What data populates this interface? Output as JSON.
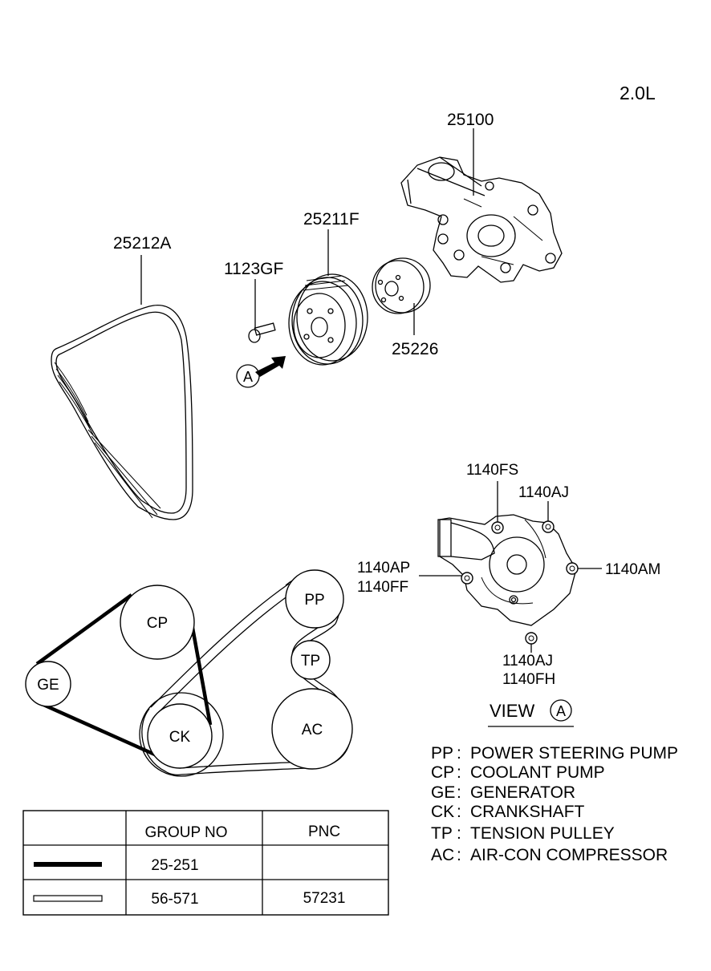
{
  "engine": "2.0L",
  "parts": {
    "water_pump": "25100",
    "belt": "25212A",
    "pulley": "25211F",
    "bolt": "1123GF",
    "spacer": "25226",
    "view_marker": "A"
  },
  "view": {
    "title": "VIEW",
    "marker": "A",
    "bolt_fs": "1140FS",
    "bolt_aj_top": "1140AJ",
    "bolt_ap": "1140AP",
    "bolt_ff": "1140FF",
    "bolt_am": "1140AM",
    "bolt_aj_bottom": "1140AJ",
    "bolt_fh": "1140FH"
  },
  "pulleys": {
    "pp": "PP",
    "cp": "CP",
    "ge": "GE",
    "ck": "CK",
    "tp": "TP",
    "ac": "AC"
  },
  "legend": [
    {
      "abbr": "PP",
      "sep": ":",
      "desc": "POWER STEERING PUMP"
    },
    {
      "abbr": "CP",
      "sep": ":",
      "desc": "COOLANT PUMP"
    },
    {
      "abbr": "GE",
      "sep": ":",
      "desc": "GENERATOR"
    },
    {
      "abbr": "CK",
      "sep": ":",
      "desc": "CRANKSHAFT"
    },
    {
      "abbr": "TP",
      "sep": ":",
      "desc": "TENSION PULLEY"
    },
    {
      "abbr": "AC",
      "sep": ":",
      "desc": "AIR-CON COMPRESSOR"
    }
  ],
  "table": {
    "headers": [
      "",
      "GROUP NO",
      "PNC"
    ],
    "rows": [
      {
        "line": "thick",
        "group": "25-251",
        "pnc": ""
      },
      {
        "line": "thin",
        "group": "56-571",
        "pnc": "57231"
      }
    ]
  }
}
